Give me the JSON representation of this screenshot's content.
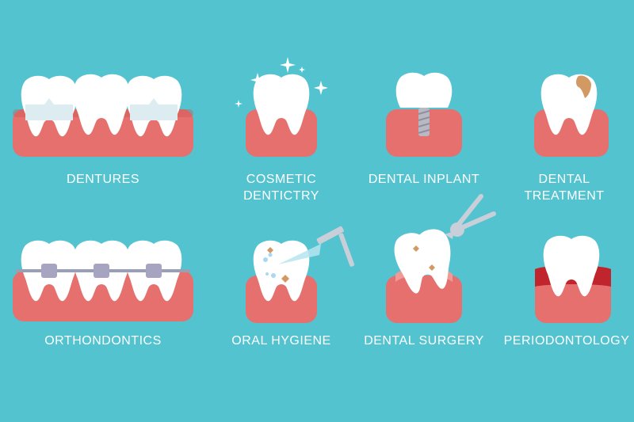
{
  "colors": {
    "background": "#53c3d0",
    "gum": "#e5706e",
    "gum_dark": "#c9504e",
    "tooth": "#ffffff",
    "tooth_shade": "#dcecf0",
    "inflamed": "#c0242c",
    "decay": "#d29a62"
  },
  "items": [
    {
      "label": "DENTURES",
      "icon": "dentures-icon"
    },
    {
      "label": "COSMETIC\nDENTICTRY",
      "icon": "cosmetic-tooth-icon"
    },
    {
      "label": "DENTAL INPLANT",
      "icon": "implant-icon"
    },
    {
      "label": "DENTAL\nTREATMENT",
      "icon": "decayed-tooth-icon"
    },
    {
      "label": "ORTHONDONTICS",
      "icon": "braces-icon"
    },
    {
      "label": "ORAL HYGIENE",
      "icon": "water-jet-icon"
    },
    {
      "label": "DENTAL SURGERY",
      "icon": "forceps-icon"
    },
    {
      "label": "PERIODONTOLOGY",
      "icon": "gum-disease-icon"
    }
  ]
}
